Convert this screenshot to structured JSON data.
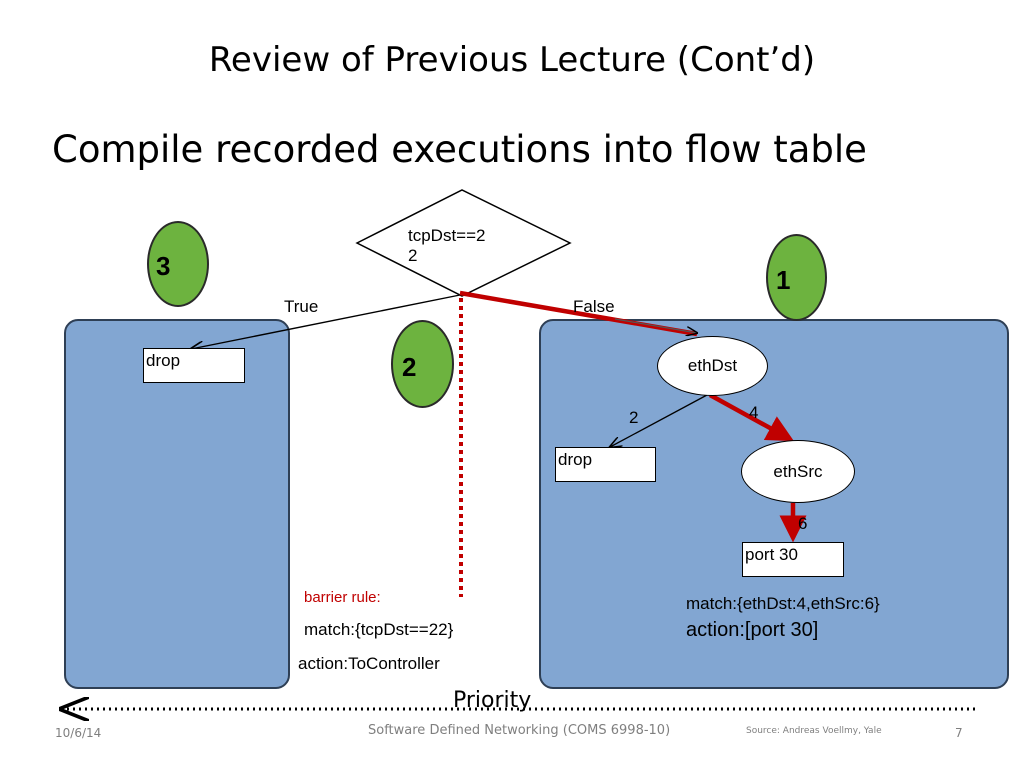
{
  "slide": {
    "title": "Review of Previous Lecture (Cont’d)",
    "subtitle": "Compile recorded executions into flow table"
  },
  "diagram": {
    "decision": {
      "line1": "tcpDst==2",
      "line2": "2"
    },
    "edge_true": "True",
    "edge_false": "False",
    "left_box": "drop",
    "badges": {
      "left": "3",
      "middle": "2",
      "right": "1"
    },
    "nodes": {
      "ethdst": "ethDst",
      "ethsrc": "ethSrc",
      "drop": "drop",
      "port": "port 30"
    },
    "edge_labels": {
      "e2": "2",
      "e4": "4",
      "e6": "6"
    },
    "barrier": {
      "label": "barrier rule:",
      "match": "match:{tcpDst==22}",
      "action": "action:ToController"
    },
    "right_rule": {
      "match": "match:{ethDst:4,ethSrc:6}",
      "action": "action:[port 30]"
    },
    "priority": "Priority",
    "colors": {
      "panel": "#82a6d2",
      "badge": "#6db33f",
      "highlight": "#c00000"
    }
  },
  "footer": {
    "date": "10/6/14",
    "course": "Software Defined Networking (COMS 6998-10)",
    "source": "Source: Andreas Voellmy, Yale",
    "page": "7"
  }
}
